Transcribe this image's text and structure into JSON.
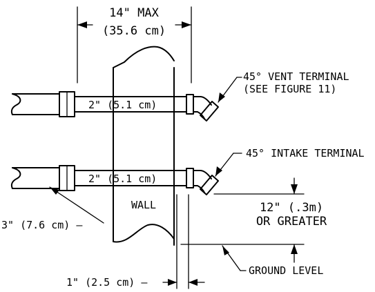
{
  "labels": {
    "max_width_in": "14\" MAX",
    "max_width_cm": "(35.6 cm)",
    "vent_terminal": "45° VENT TERMINAL",
    "vent_reference": "(SEE FIGURE 11)",
    "vent_pipe_size": "2\" (5.1 cm)",
    "intake_terminal": "45° INTAKE TERMINAL",
    "intake_pipe_size": "2\" (5.1 cm)",
    "wall": "WALL",
    "outer_pipe_size": "3\" (7.6 cm) —",
    "clearance_in": "12\" (.3m)",
    "clearance_or": "OR GREATER",
    "ground_level": "GROUND LEVEL",
    "wall_gap": "1\" (2.5 cm) —"
  },
  "colors": {
    "line": "#000000",
    "background": "#ffffff"
  }
}
